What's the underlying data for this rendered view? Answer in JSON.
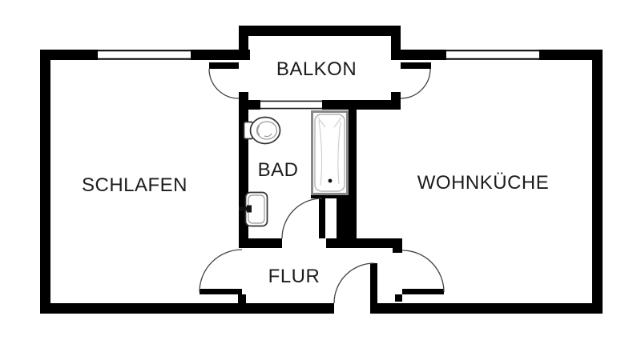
{
  "rooms": [
    {
      "id": "balkon",
      "label": "BALKON"
    },
    {
      "id": "schlafen",
      "label": "SCHLAFEN"
    },
    {
      "id": "bad",
      "label": "BAD"
    },
    {
      "id": "wohnkueche",
      "label": "WOHNKÜCHE"
    },
    {
      "id": "flur",
      "label": "FLUR"
    }
  ],
  "fixtures": [
    "bathtub",
    "toilet",
    "sink"
  ],
  "windows": [
    "schlafen-top-window",
    "wohnkueche-top-window",
    "balkon-bad-window"
  ],
  "doors": [
    "balkon-door-schlafen",
    "balkon-door-wohnkueche",
    "bad-door",
    "schlafen-flur-door",
    "wohnkueche-flur-door",
    "entrance-door"
  ],
  "colors": {
    "wall": "#000000",
    "background": "#ffffff",
    "door_arc": "#444444",
    "fixture_outline": "#333333",
    "tub_outline": "#888888",
    "label_text": "#1c1c1c"
  }
}
